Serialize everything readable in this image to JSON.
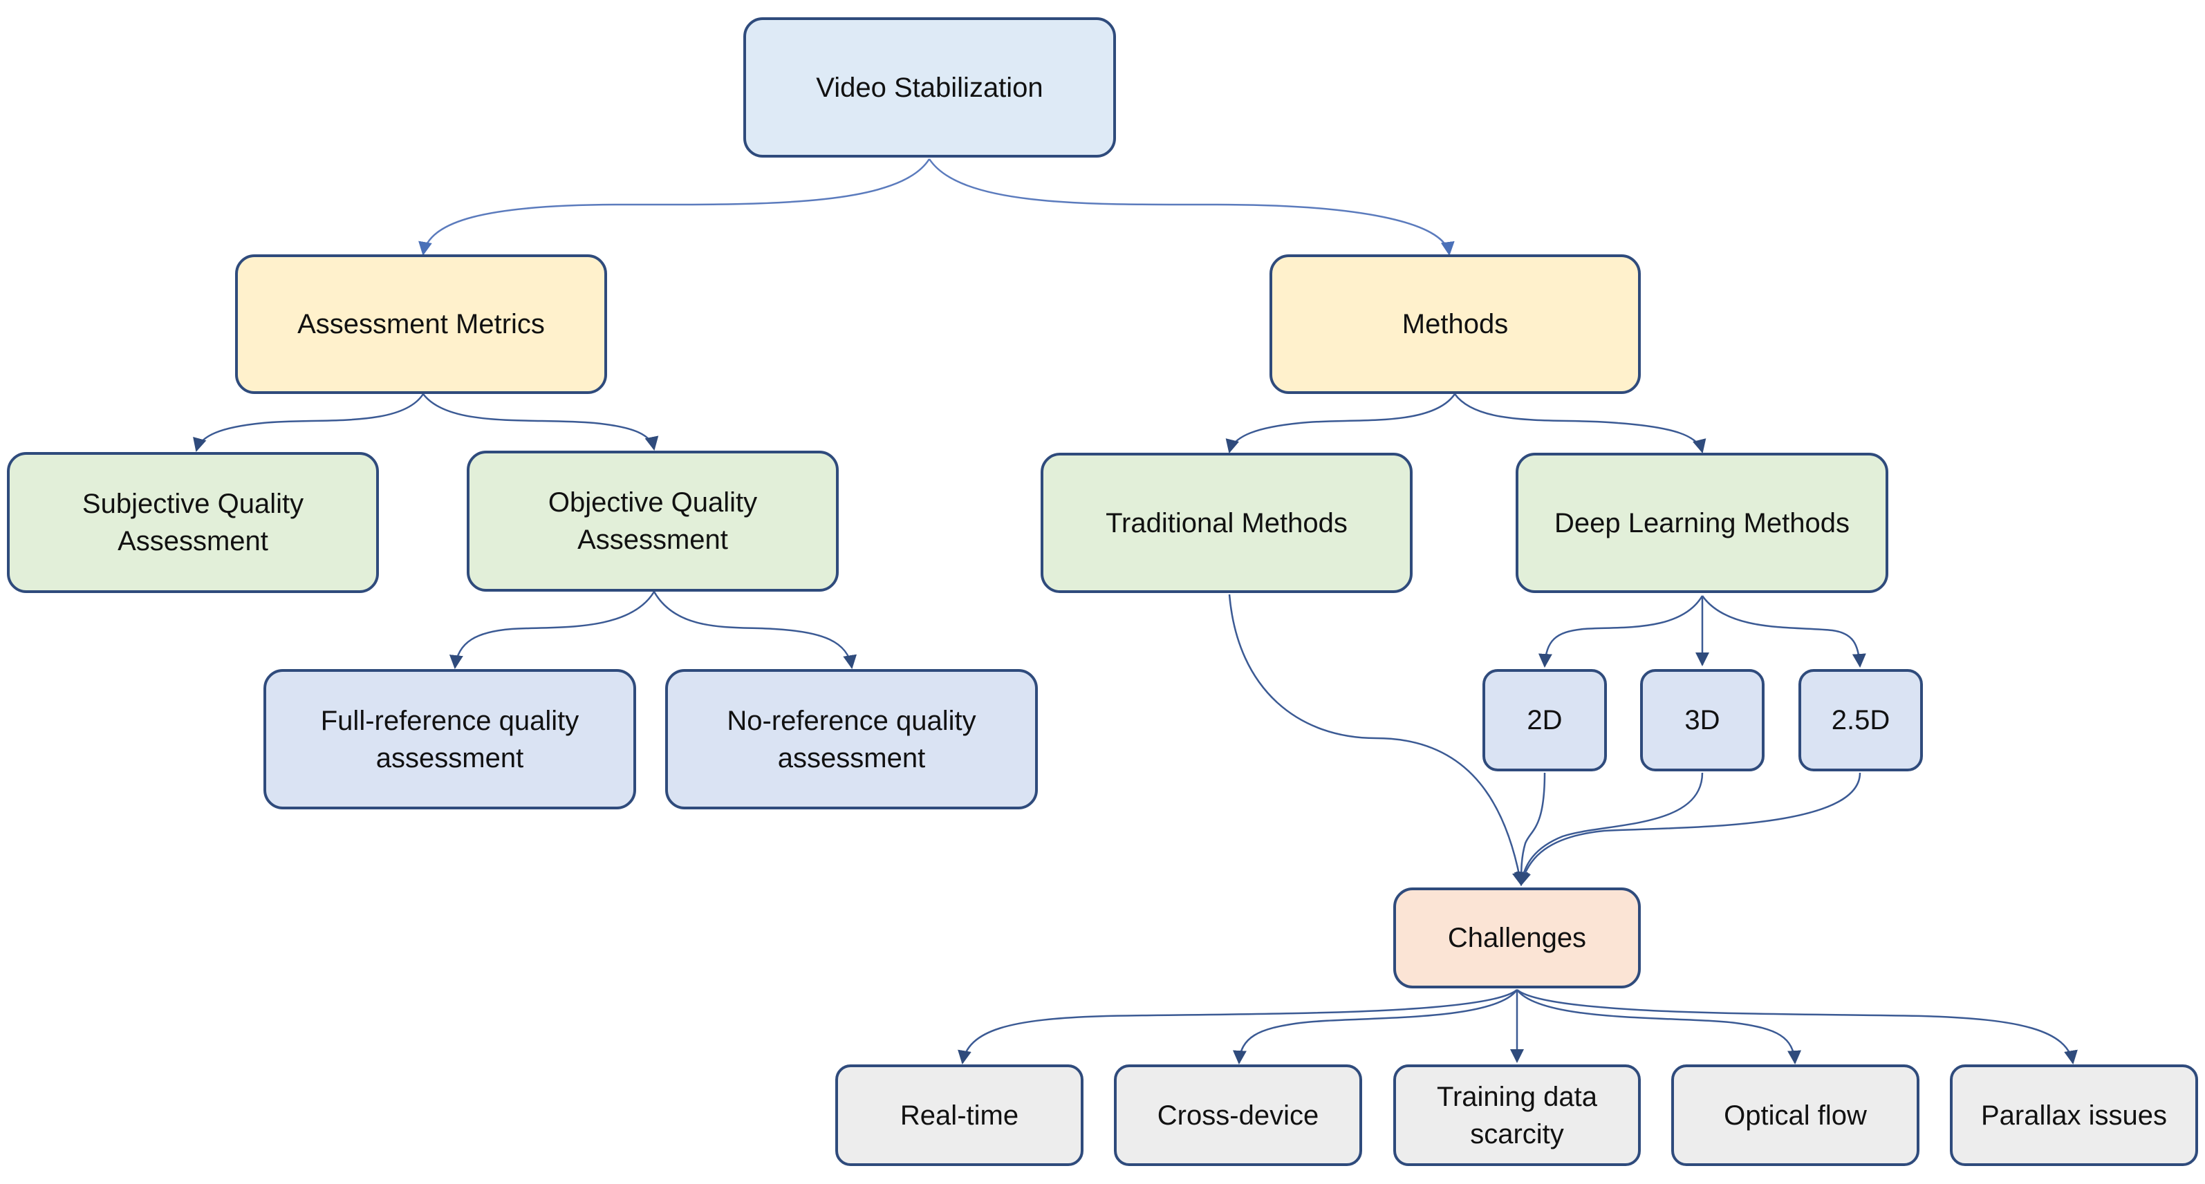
{
  "diagram": {
    "root": {
      "label": "Video Stabilization"
    },
    "categories": [
      {
        "label": "Assessment Metrics"
      },
      {
        "label": "Methods"
      }
    ],
    "assessment": [
      {
        "label": "Subjective Quality\nAssessment"
      },
      {
        "label": "Objective Quality\nAssessment"
      }
    ],
    "objective_children": [
      {
        "label": "Full-reference quality\nassessment"
      },
      {
        "label": "No-reference quality\nassessment"
      }
    ],
    "methods": [
      {
        "label": "Traditional Methods"
      },
      {
        "label": "Deep Learning Methods"
      }
    ],
    "dl_children": [
      {
        "label": "2D"
      },
      {
        "label": "3D"
      },
      {
        "label": "2.5D"
      }
    ],
    "challenges": {
      "label": "Challenges"
    },
    "challenge_items": [
      {
        "label": "Real-time"
      },
      {
        "label": "Cross-device"
      },
      {
        "label": "Training data\nscarcity"
      },
      {
        "label": "Optical flow"
      },
      {
        "label": "Parallax issues"
      }
    ]
  },
  "colors": {
    "edge": "#3b5a94",
    "border": "#2f4b7c",
    "root_fill": "#deeaf6",
    "category_fill": "#fff1cc",
    "sub_fill": "#e2efd9",
    "leaf_fill": "#dae3f3",
    "challenge_fill": "#fbe4d5",
    "item_fill": "#ededed"
  }
}
